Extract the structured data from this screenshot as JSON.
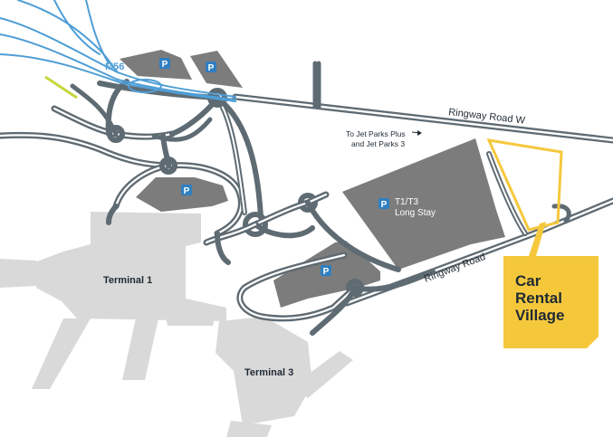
{
  "colors": {
    "terminal": "#d9d9d9",
    "carpark": "#7c7c7c",
    "road": "#5f6b73",
    "motorway": "#4f9ed6",
    "highlight": "#f5c83c",
    "parking_badge": "#2f7fc1"
  },
  "labels": {
    "m56": "M56",
    "ringway_road_w": "Ringway Road W",
    "ringway_road": "Ringway Road",
    "jet_parks_line1": "To Jet Parks Plus",
    "jet_parks_line2": "and Jet Parks 3",
    "t1t3_line1": "T1/T3",
    "t1t3_line2": "Long Stay",
    "terminal1": "Terminal 1",
    "terminal3": "Terminal 3",
    "parking": "P"
  },
  "callout": {
    "line1": "Car",
    "line2": "Rental",
    "line3": "Village"
  },
  "icons": {
    "parking": "parking-icon",
    "arrow": "arrow-right-icon"
  }
}
